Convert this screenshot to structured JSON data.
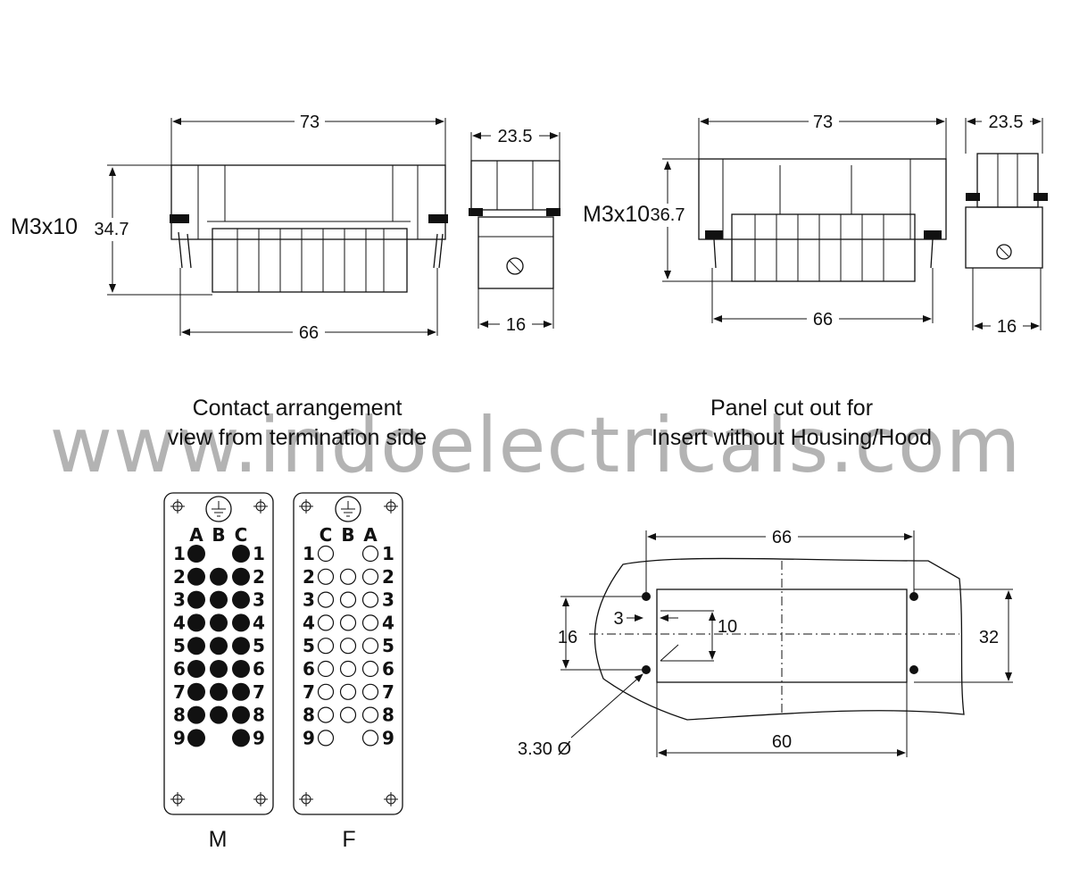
{
  "views": {
    "male_side": {
      "width": "73",
      "height": "34.7",
      "screw": "M3x10",
      "pitch": "66"
    },
    "male_end": {
      "width": "23.5",
      "base": "16"
    },
    "female_side": {
      "width": "73",
      "height": "36.7",
      "screw": "M3x10",
      "pitch": "66"
    },
    "female_end": {
      "width": "23.5",
      "base": "16"
    }
  },
  "captions": {
    "contact_line1": "Contact arrangement",
    "contact_line2": "view from termination side",
    "panel_line1": "Panel cut out for",
    "panel_line2": "Insert without Housing/Hood"
  },
  "contacts": {
    "male": {
      "label": "M",
      "columns": [
        "A",
        "B",
        "C"
      ],
      "rows": [
        "1",
        "2",
        "3",
        "4",
        "5",
        "6",
        "7",
        "8",
        "9"
      ]
    },
    "female": {
      "label": "F",
      "columns": [
        "C",
        "B",
        "A"
      ],
      "rows": [
        "1",
        "2",
        "3",
        "4",
        "5",
        "6",
        "7",
        "8",
        "9"
      ]
    }
  },
  "cutout": {
    "outer": "66",
    "inner": "60",
    "height_outer": "32",
    "height_inner": "16",
    "slot_w": "3",
    "slot_h": "10",
    "hole": "3.30 Ø"
  },
  "watermark": "www.indoelectricals.com"
}
